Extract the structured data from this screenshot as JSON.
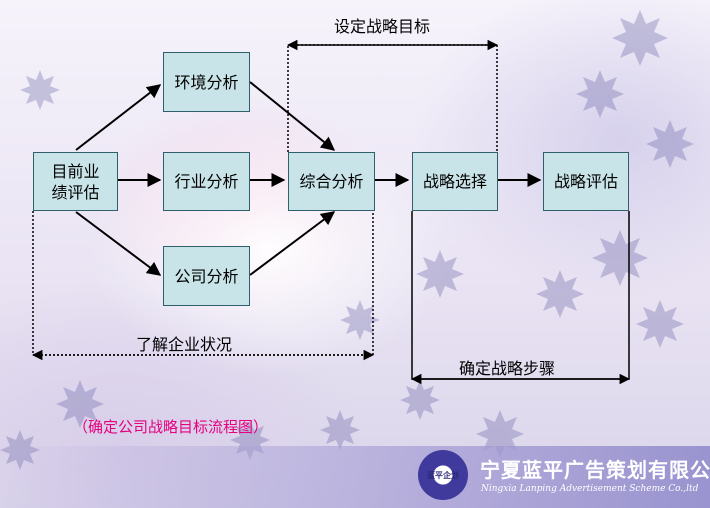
{
  "nodes": {
    "current_performance": "目前业\n绩评估",
    "environment": "环境分析",
    "industry": "行业分析",
    "company": "公司分析",
    "comprehensive": "综合分析",
    "strategy_selection": "战略选择",
    "strategy_evaluation": "战略评估"
  },
  "labels": {
    "set_goals": "设定战略目标",
    "understand_status": "了解企业状况",
    "define_steps": "确定战略步骤"
  },
  "caption": "（确定公司战略目标流程图）",
  "footer": {
    "company_cn": "宁夏蓝平广告策划有限公司",
    "company_en": "Ningxia Lanping Advertisement Scheme Co.,ltd",
    "logo_text": "蓝平企划"
  },
  "colors": {
    "box_fill": "#c9e4e8",
    "box_border": "#2f5f6a",
    "caption": "#e5007e"
  }
}
